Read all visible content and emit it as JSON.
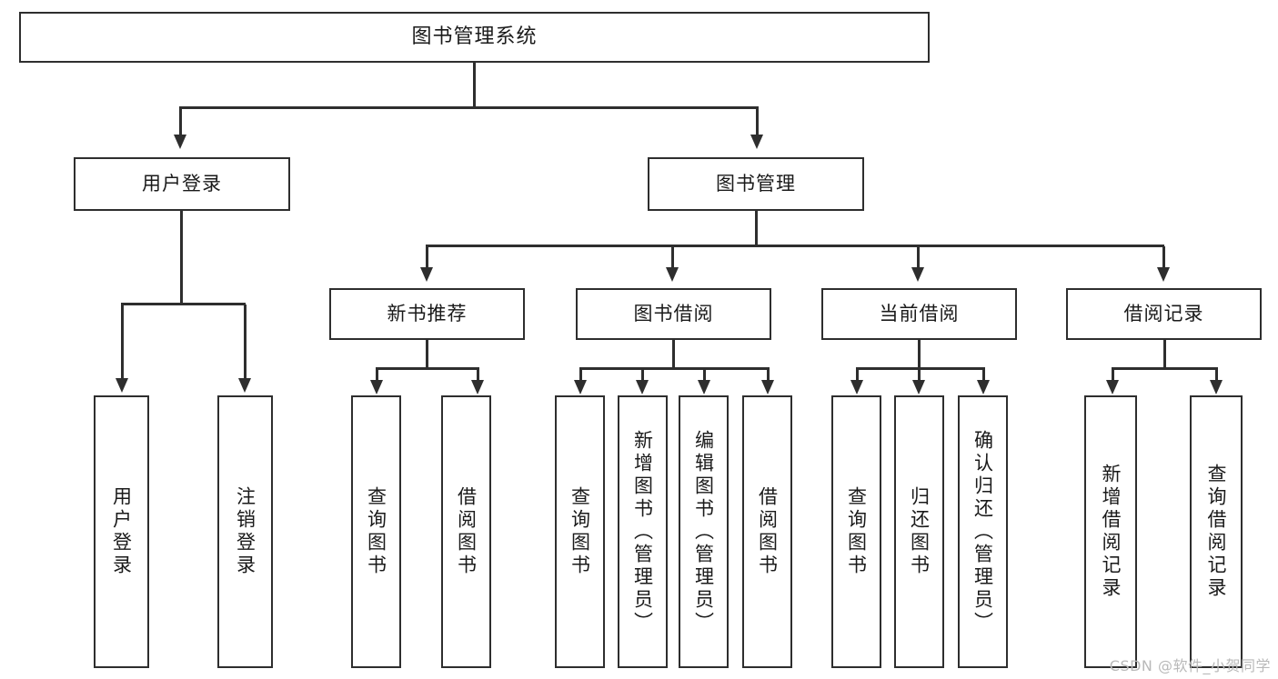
{
  "diagram": {
    "type": "tree",
    "title": "图书管理系统",
    "root": {
      "id": "root",
      "label": "图书管理系统"
    },
    "level1": [
      {
        "id": "user-login",
        "label": "用户登录"
      },
      {
        "id": "book-manage",
        "label": "图书管理"
      }
    ],
    "level2": [
      {
        "id": "new-book-recommend",
        "label": "新书推荐",
        "parent": "book-manage"
      },
      {
        "id": "book-borrow",
        "label": "图书借阅",
        "parent": "book-manage"
      },
      {
        "id": "current-borrow",
        "label": "当前借阅",
        "parent": "book-manage"
      },
      {
        "id": "borrow-record",
        "label": "借阅记录",
        "parent": "book-manage"
      }
    ],
    "leaves": [
      {
        "id": "leaf-user-login",
        "label": "用户登录",
        "parent": "user-login"
      },
      {
        "id": "leaf-user-logout",
        "label": "注销登录",
        "parent": "user-login"
      },
      {
        "id": "leaf-query-book-1",
        "label": "查询图书",
        "parent": "new-book-recommend"
      },
      {
        "id": "leaf-borrow-book-1",
        "label": "借阅图书",
        "parent": "new-book-recommend"
      },
      {
        "id": "leaf-query-book-2",
        "label": "查询图书",
        "parent": "book-borrow"
      },
      {
        "id": "leaf-add-book",
        "label": "新增图书（管理员）",
        "parent": "book-borrow"
      },
      {
        "id": "leaf-edit-book",
        "label": "编辑图书（管理员）",
        "parent": "book-borrow"
      },
      {
        "id": "leaf-borrow-book-2",
        "label": "借阅图书",
        "parent": "book-borrow"
      },
      {
        "id": "leaf-query-book-3",
        "label": "查询图书",
        "parent": "current-borrow"
      },
      {
        "id": "leaf-return-book",
        "label": "归还图书",
        "parent": "current-borrow"
      },
      {
        "id": "leaf-confirm-return",
        "label": "确认归还（管理员）",
        "parent": "current-borrow"
      },
      {
        "id": "leaf-add-record",
        "label": "新增借阅记录",
        "parent": "borrow-record"
      },
      {
        "id": "leaf-query-record",
        "label": "查询借阅记录",
        "parent": "borrow-record"
      }
    ],
    "colors": {
      "stroke": "#2e2e2e",
      "fill": "#ffffff",
      "text": "#1a1a1a",
      "watermark": "#b9b9b9"
    }
  },
  "watermark": {
    "text": "CSDN @软件_小贺同学"
  }
}
